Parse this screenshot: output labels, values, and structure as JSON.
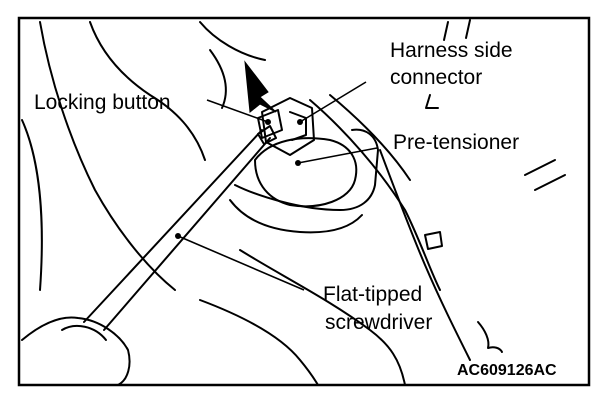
{
  "labels": {
    "harness_line1": "Harness side",
    "harness_line2": "connector",
    "locking_button": "Locking button",
    "pre_tensioner": "Pre-tensioner",
    "screwdriver_line1": "Flat-tipped",
    "screwdriver_line2": "screwdriver"
  },
  "figure_code": "AC609126AC",
  "colors": {
    "ink": "#000000",
    "paper": "#ffffff"
  }
}
